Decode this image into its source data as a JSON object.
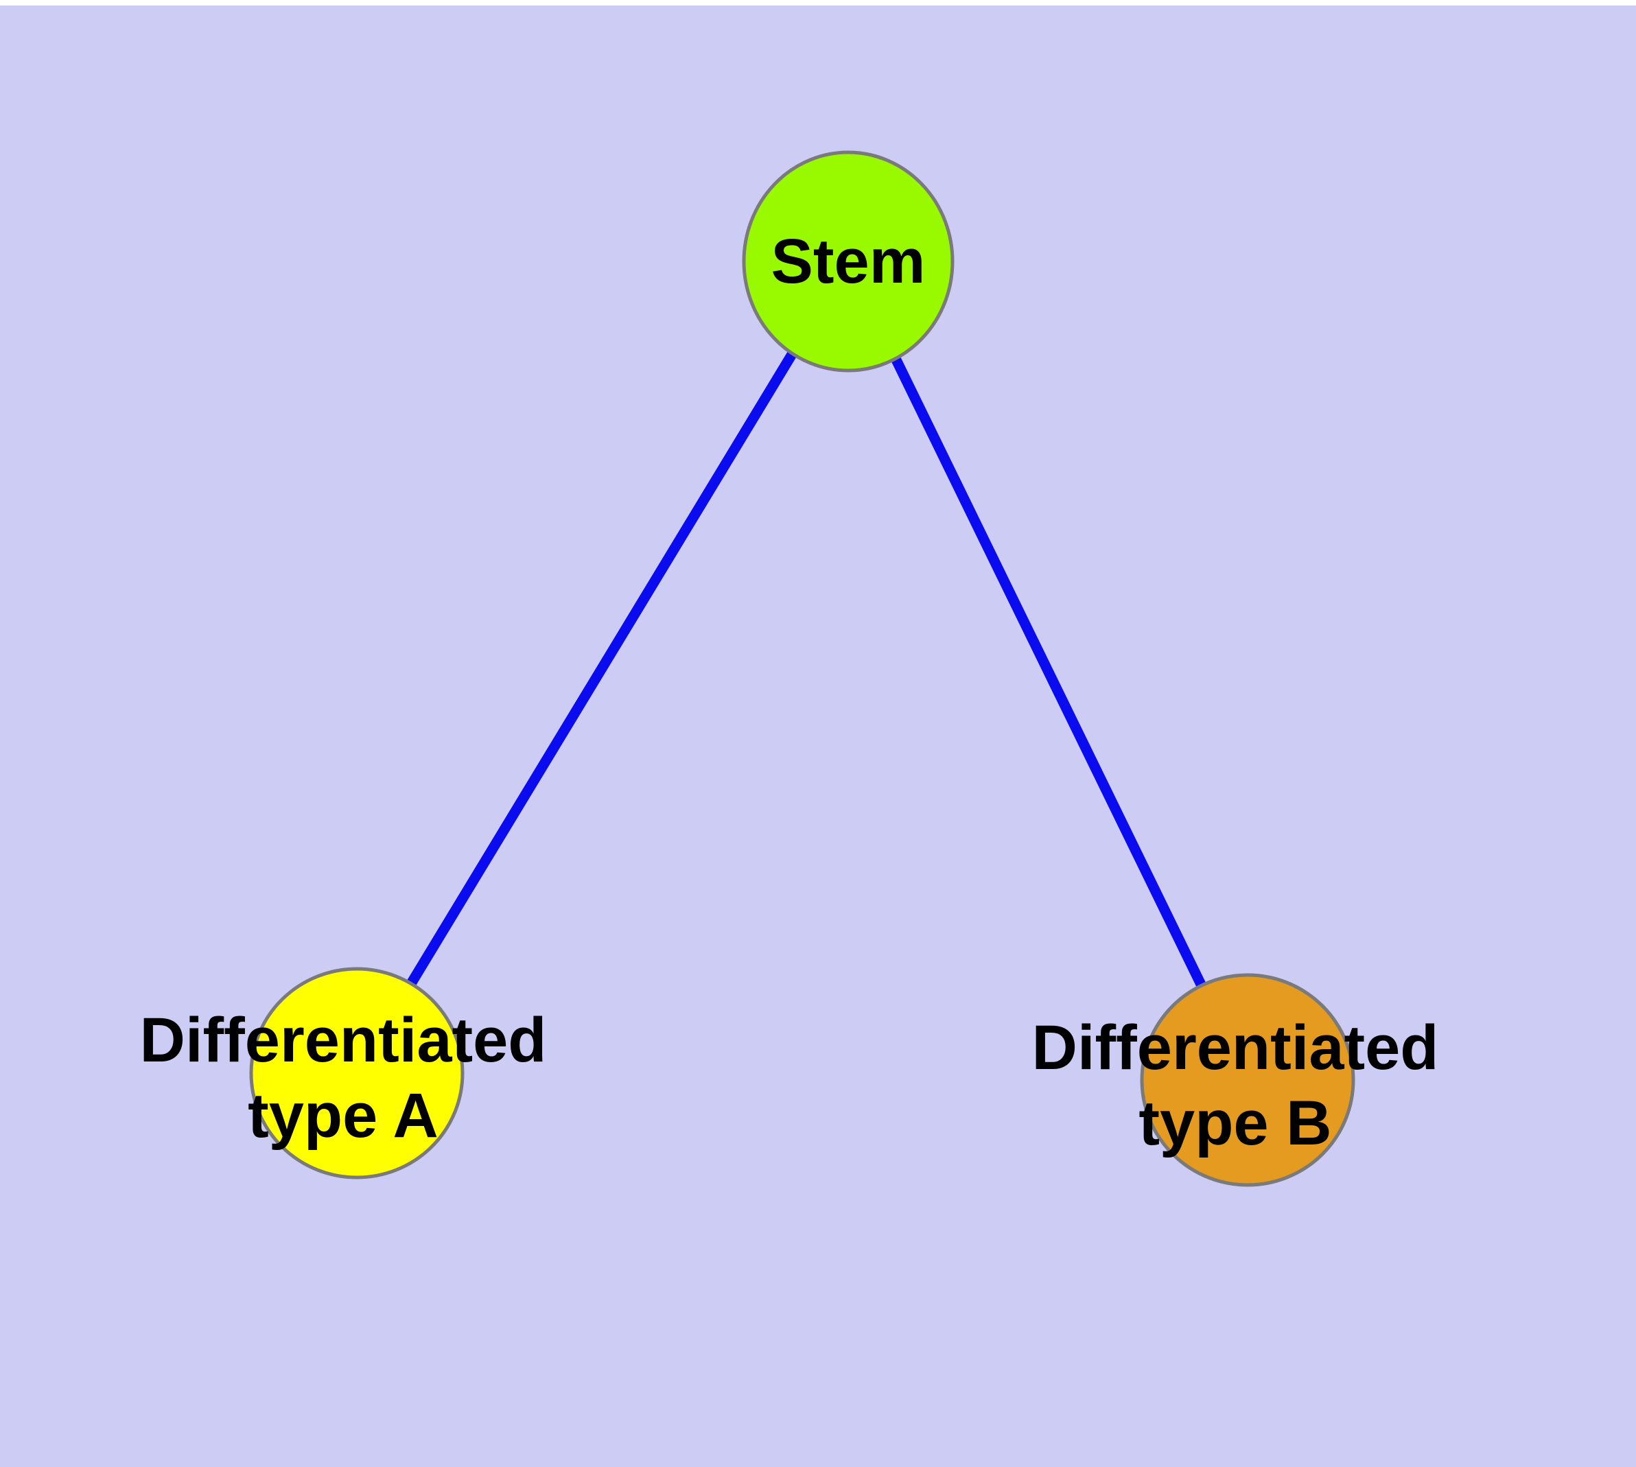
{
  "diagram": {
    "background_color": "#ccccf5",
    "top_margin_color": "#ffffff",
    "node_border_color": "#7a7a7a",
    "edge_color": "#0b0bf0",
    "text_color": "#000000",
    "nodes": [
      {
        "id": "stem",
        "label": "Stem",
        "fill": "#99fa00"
      },
      {
        "id": "diff-a",
        "label_line1": "Differentiated",
        "label_line2": "type A",
        "fill": "#ffff00"
      },
      {
        "id": "diff-b",
        "label_line1": "Differentiated",
        "label_line2": "type B",
        "fill": "#e49b20"
      }
    ],
    "edges": [
      {
        "from": "Stem",
        "to": "Differentiated type A"
      },
      {
        "from": "Stem",
        "to": "Differentiated type B"
      }
    ]
  }
}
